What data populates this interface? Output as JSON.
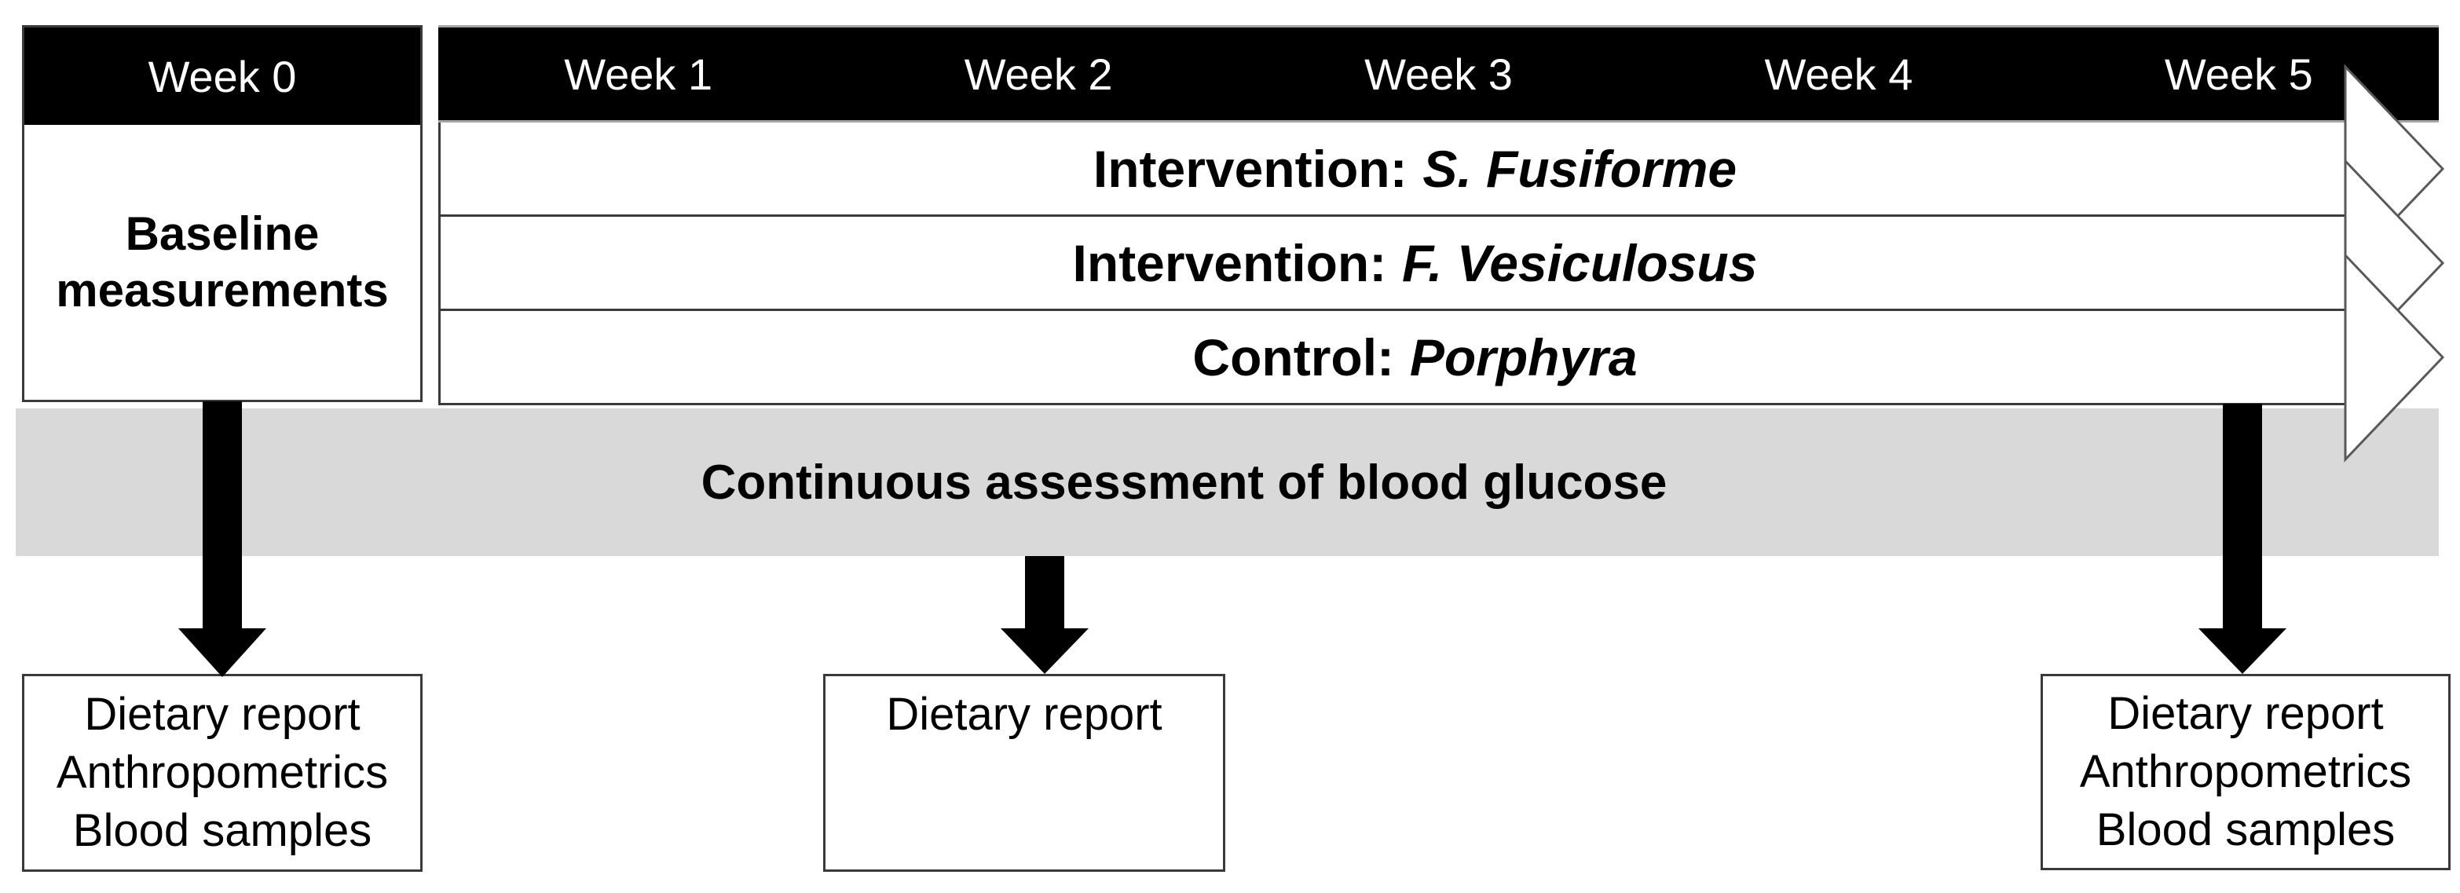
{
  "figure": {
    "week0_label": "Week 0",
    "weeks": [
      "Week 1",
      "Week 2",
      "Week 3",
      "Week 4",
      "Week 5"
    ],
    "baseline": {
      "lines": [
        "Baseline",
        "measurements"
      ]
    },
    "rows": [
      {
        "prefix": "Intervention:",
        "species": "S. Fusiforme"
      },
      {
        "prefix": "Intervention:",
        "species": "F. Vesiculosus"
      },
      {
        "prefix": "Control:",
        "species": "Porphyra"
      }
    ],
    "band_label": "Continuous assessment of blood glucose",
    "boxes": {
      "left": {
        "lines": [
          "Dietary report",
          "Anthropometrics",
          "Blood samples"
        ]
      },
      "middle": {
        "lines": [
          "Dietary report"
        ]
      },
      "right": {
        "lines": [
          "Dietary report",
          "Anthropometrics",
          "Blood samples"
        ]
      }
    }
  },
  "colors": {
    "black": "#000000",
    "border": "#3a3a3a",
    "band": "#d9d9d9",
    "arrow-outline": "#595959",
    "hairline": "#a6a6a6",
    "text": "#000000",
    "bar-text": "#ffffff"
  }
}
